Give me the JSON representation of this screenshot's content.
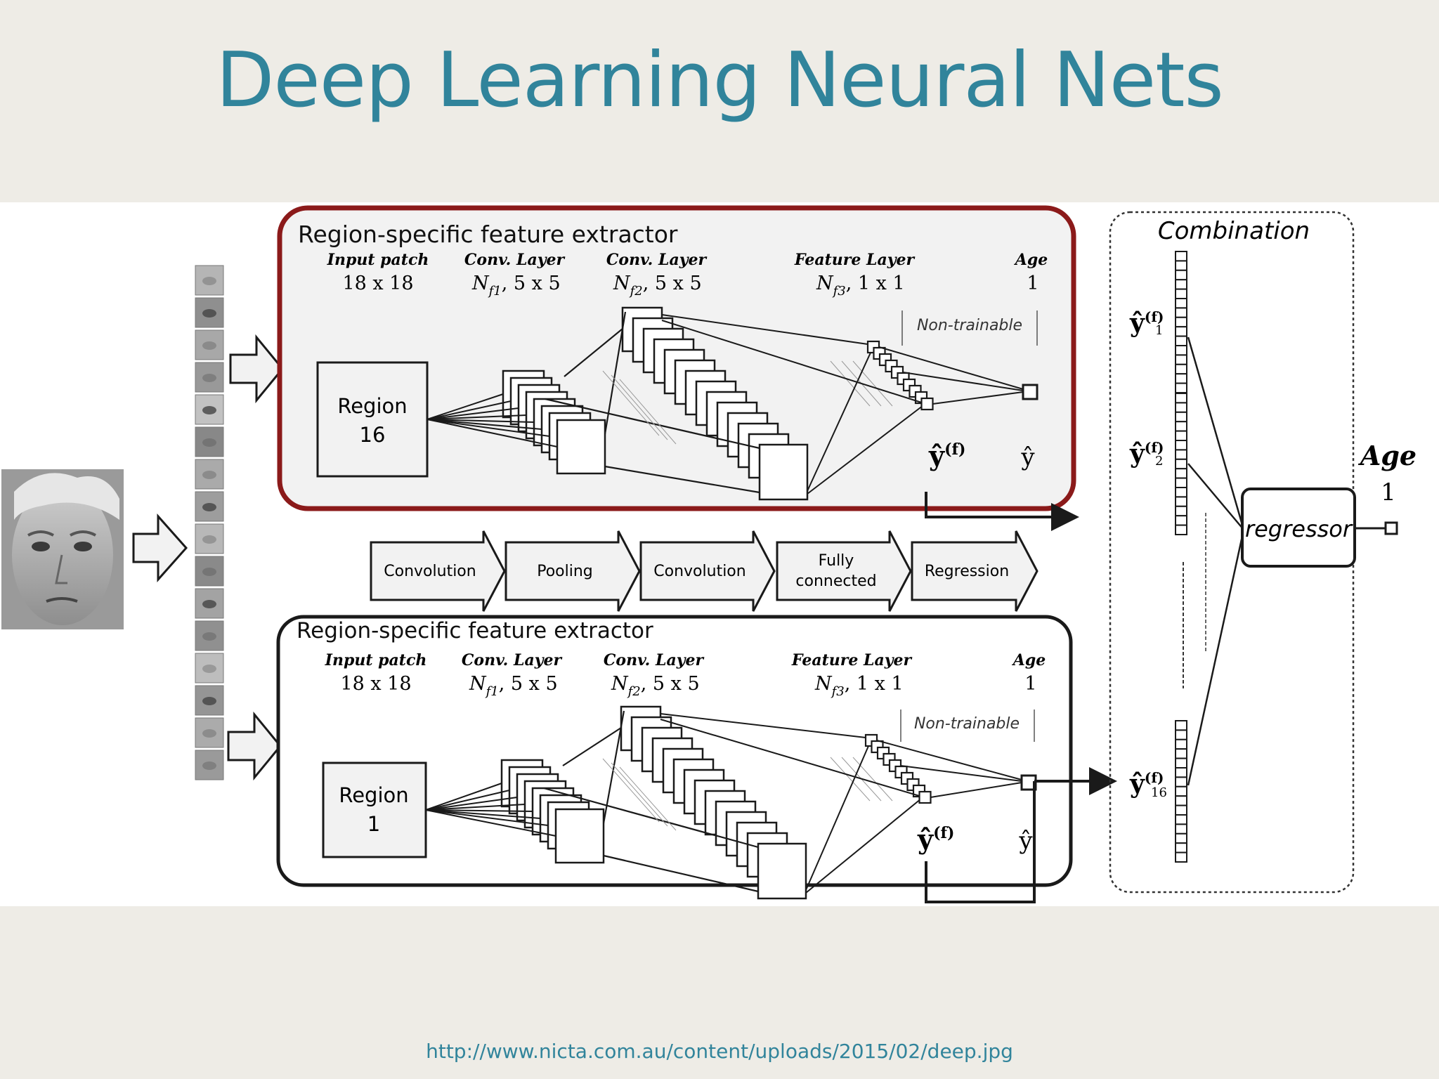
{
  "title": "Deep Learning Neural Nets",
  "source_url": "http://www.nicta.com.au/content/uploads/2015/02/deep.jpg",
  "extractors": [
    {
      "heading": "Region-specific feature extractor",
      "region_line1": "Region",
      "region_line2": "16",
      "col_input_head": "Input patch",
      "col_input_size": "18 x 18",
      "col_conv1_head": "Conv. Layer",
      "col_conv1_size": "N",
      "col_conv1_sub": "f1",
      "col_conv1_dim": ", 5 x 5",
      "col_conv2_head": "Conv. Layer",
      "col_conv2_size": "N",
      "col_conv2_sub": "f2",
      "col_conv2_dim": ", 5 x 5",
      "col_feat_head": "Feature Layer",
      "col_feat_size": "N",
      "col_feat_sub": "f3",
      "col_feat_dim": ", 1 x 1",
      "col_age_head": "Age",
      "col_age_val": "1",
      "non_trainable": "Non-trainable",
      "yhat_f": "ŷ",
      "yhat_f_sup": "(f)",
      "yhat": "ŷ"
    },
    {
      "heading": "Region-specific feature extractor",
      "region_line1": "Region",
      "region_line2": "1",
      "col_input_head": "Input patch",
      "col_input_size": "18 x 18",
      "col_conv1_head": "Conv. Layer",
      "col_conv1_size": "N",
      "col_conv1_sub": "f1",
      "col_conv1_dim": ", 5 x 5",
      "col_conv2_head": "Conv. Layer",
      "col_conv2_size": "N",
      "col_conv2_sub": "f2",
      "col_conv2_dim": ", 5 x 5",
      "col_feat_head": "Feature Layer",
      "col_feat_size": "N",
      "col_feat_sub": "f3",
      "col_feat_dim": ", 1 x 1",
      "col_age_head": "Age",
      "col_age_val": "1",
      "non_trainable": "Non-trainable",
      "yhat_f": "ŷ",
      "yhat_f_sup": "(f)",
      "yhat": "ŷ"
    }
  ],
  "pipeline": {
    "step1": "Convolution",
    "step2": "Pooling",
    "step3": "Convolution",
    "step4_line1": "Fully",
    "step4_line2": "connected",
    "step5": "Regression"
  },
  "combination": {
    "heading": "Combination",
    "y1": "ŷ",
    "y1_sup": "(f)",
    "y1_sub": "1",
    "y2": "ŷ",
    "y2_sup": "(f)",
    "y2_sub": "2",
    "y16": "ŷ",
    "y16_sup": "(f)",
    "y16_sub": "16",
    "regressor": "regressor",
    "output_label": "Age",
    "output_value": "1"
  },
  "colors": {
    "title": "#31849b",
    "top_box_border": "#8b1a1a",
    "background": "#eeece6",
    "figure": "#ffffff",
    "line": "#1a1a1a"
  }
}
